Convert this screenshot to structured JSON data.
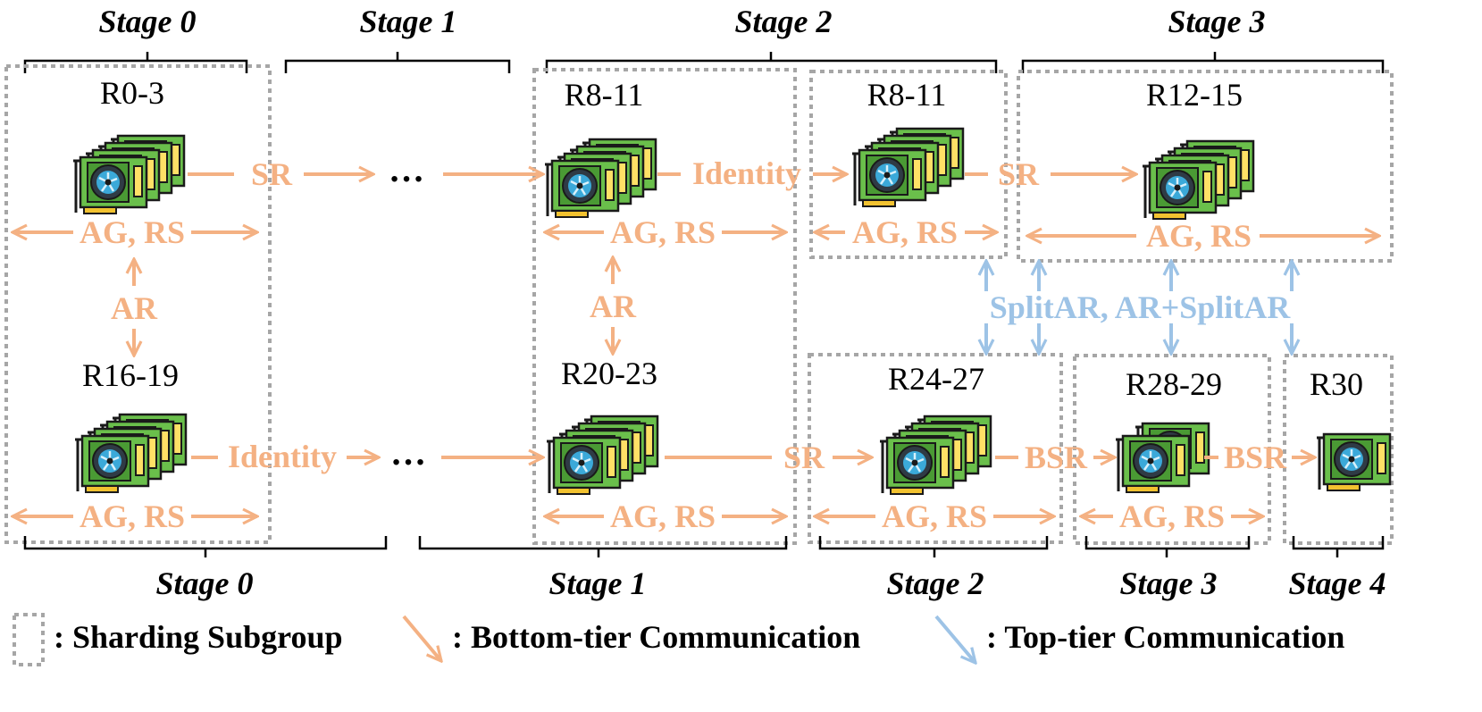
{
  "stages_top": [
    "Stage 0",
    "Stage 1",
    "Stage 2",
    "Stage 3"
  ],
  "stages_bottom": [
    "Stage 0",
    "Stage 1",
    "Stage 2",
    "Stage 3",
    "Stage 4"
  ],
  "ranks": {
    "r0_3": "R0-3",
    "r8_11_a": "R8-11",
    "r8_11_b": "R8-11",
    "r12_15": "R12-15",
    "r16_19": "R16-19",
    "r20_23": "R20-23",
    "r24_27": "R24-27",
    "r28_29": "R28-29",
    "r30": "R30"
  },
  "comm": {
    "sr": "SR",
    "identity": "Identity",
    "ag_rs": "AG, RS",
    "ar": "AR",
    "bsr": "BSR",
    "split_ar": "SplitAR, AR+SplitAR",
    "ellipsis": "…"
  },
  "legend": {
    "sharding": ": Sharding Subgroup",
    "bottom": ": Bottom-tier Communication",
    "top": ": Top-tier Communication"
  },
  "colors": {
    "bottom_tier": "#f4b183",
    "top_tier": "#9dc3e6",
    "gpu_board": "#6abf4b",
    "fan": "#3ba9d9"
  }
}
